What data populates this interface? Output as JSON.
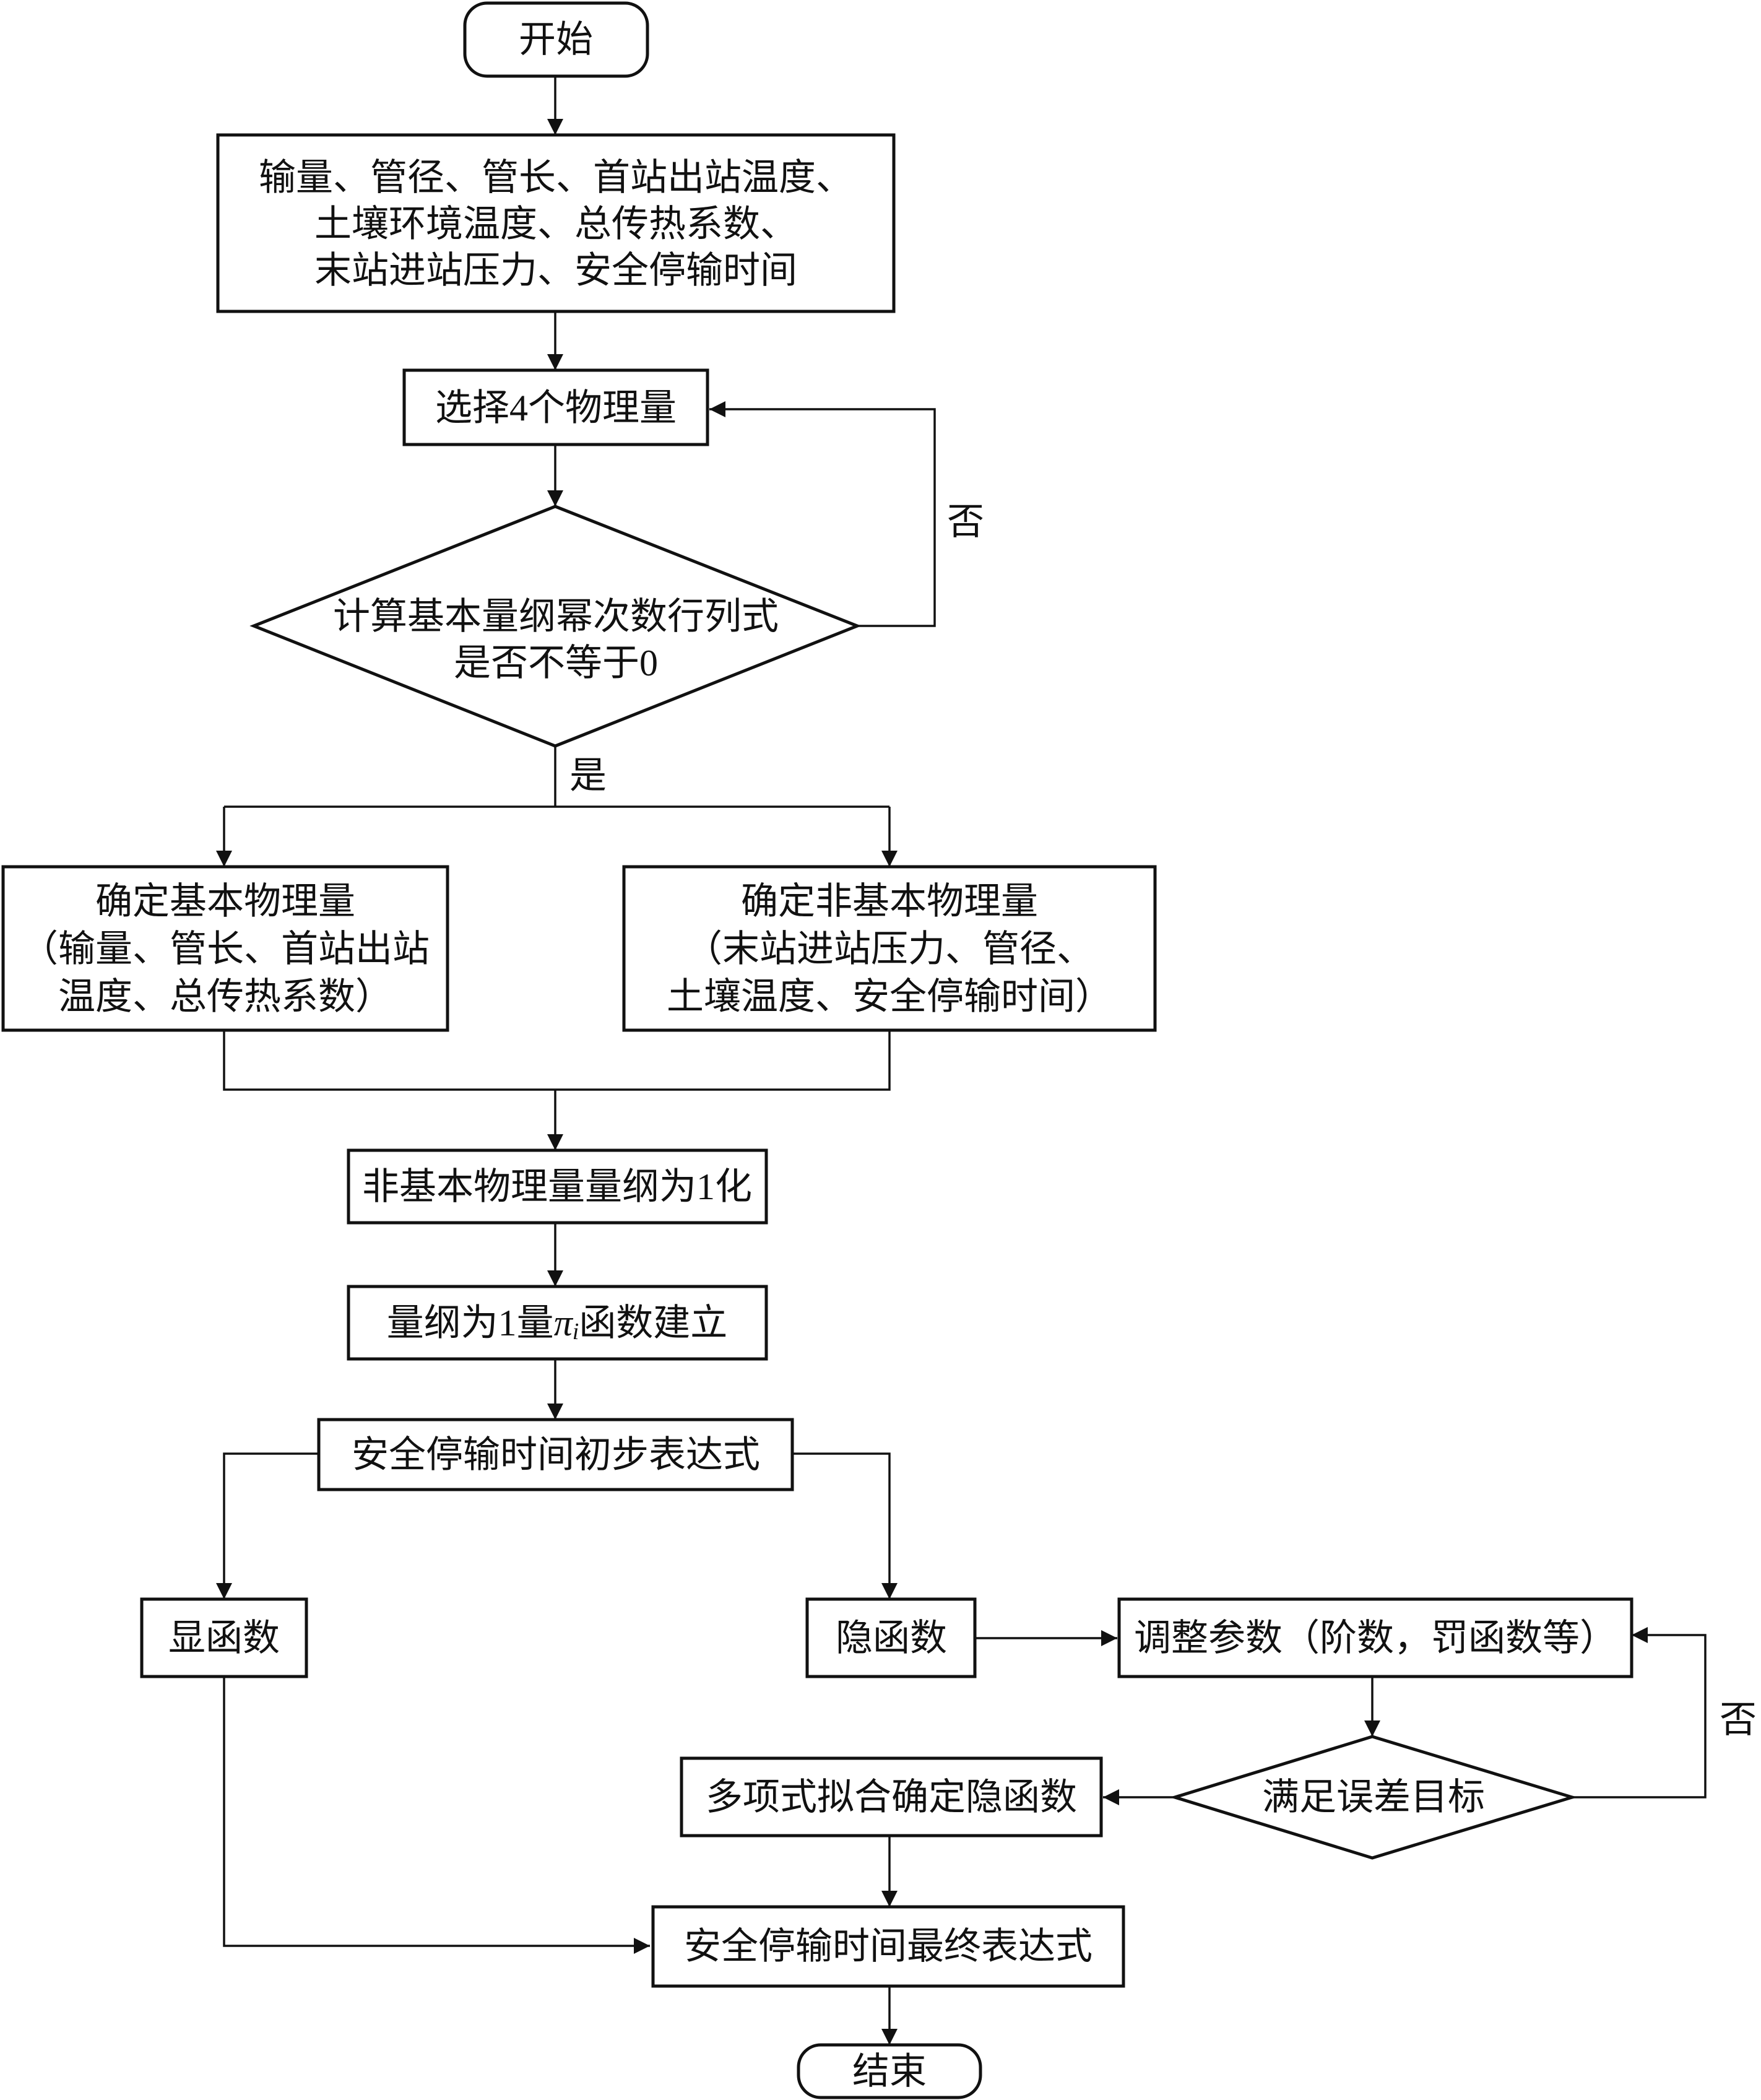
{
  "flowchart": {
    "start": "开始",
    "inputs": [
      "输量、管径、管长、首站出站温度、",
      "土壤环境温度、总传热系数、",
      "末站进站压力、安全停输时间"
    ],
    "select": "选择4个物理量",
    "decision1": [
      "计算基本量纲幂次数行列式",
      "是否不等于0"
    ],
    "no_label_1": "否",
    "yes_label": "是",
    "basic": [
      "确定基本物理量",
      "（输量、管长、首站出站",
      "温度、总传热系数）"
    ],
    "nonbasic": [
      "确定非基本物理量",
      "（末站进站压力、管径、",
      "土壤温度、安全停输时间）"
    ],
    "normalize": "非基本物理量量纲为1化",
    "pi_build": {
      "prefix": "量纲为1量",
      "symbol": "π",
      "subscript": "i",
      "suffix": "函数建立"
    },
    "prelim": "安全停输时间初步表达式",
    "explicit": "显函数",
    "implicit": "隐函数",
    "adjust": "调整参数（阶数，罚函数等）",
    "decision2": "满足误差目标",
    "no_label_2": "否",
    "poly": "多项式拟合确定隐函数",
    "final": "安全停输时间最终表达式",
    "end": "结束"
  }
}
